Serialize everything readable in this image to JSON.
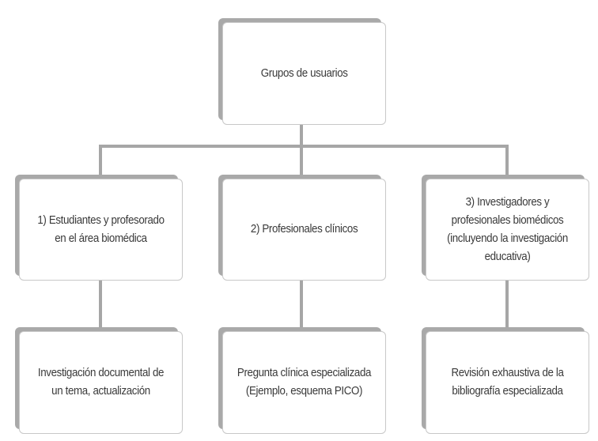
{
  "root": {
    "label": "Grupos de usuarios"
  },
  "groups": [
    {
      "label": "1) Estudiantes y profesorado en el área biomédica",
      "need": "Investigación documental de un tema, actualización"
    },
    {
      "label": "2) Profesionales clínicos",
      "need": "Pregunta clínica especializada (Ejemplo, esquema PICO)"
    },
    {
      "label": "3) Investigadores y profesionales biomédicos (incluyendo la investigación educativa)",
      "need": "Revisión exhaustiva de la bibliografía especializada"
    }
  ],
  "colors": {
    "connector": "#a6a6a6",
    "shadow": "#a9a9a9",
    "text": "#3a3a3a"
  }
}
